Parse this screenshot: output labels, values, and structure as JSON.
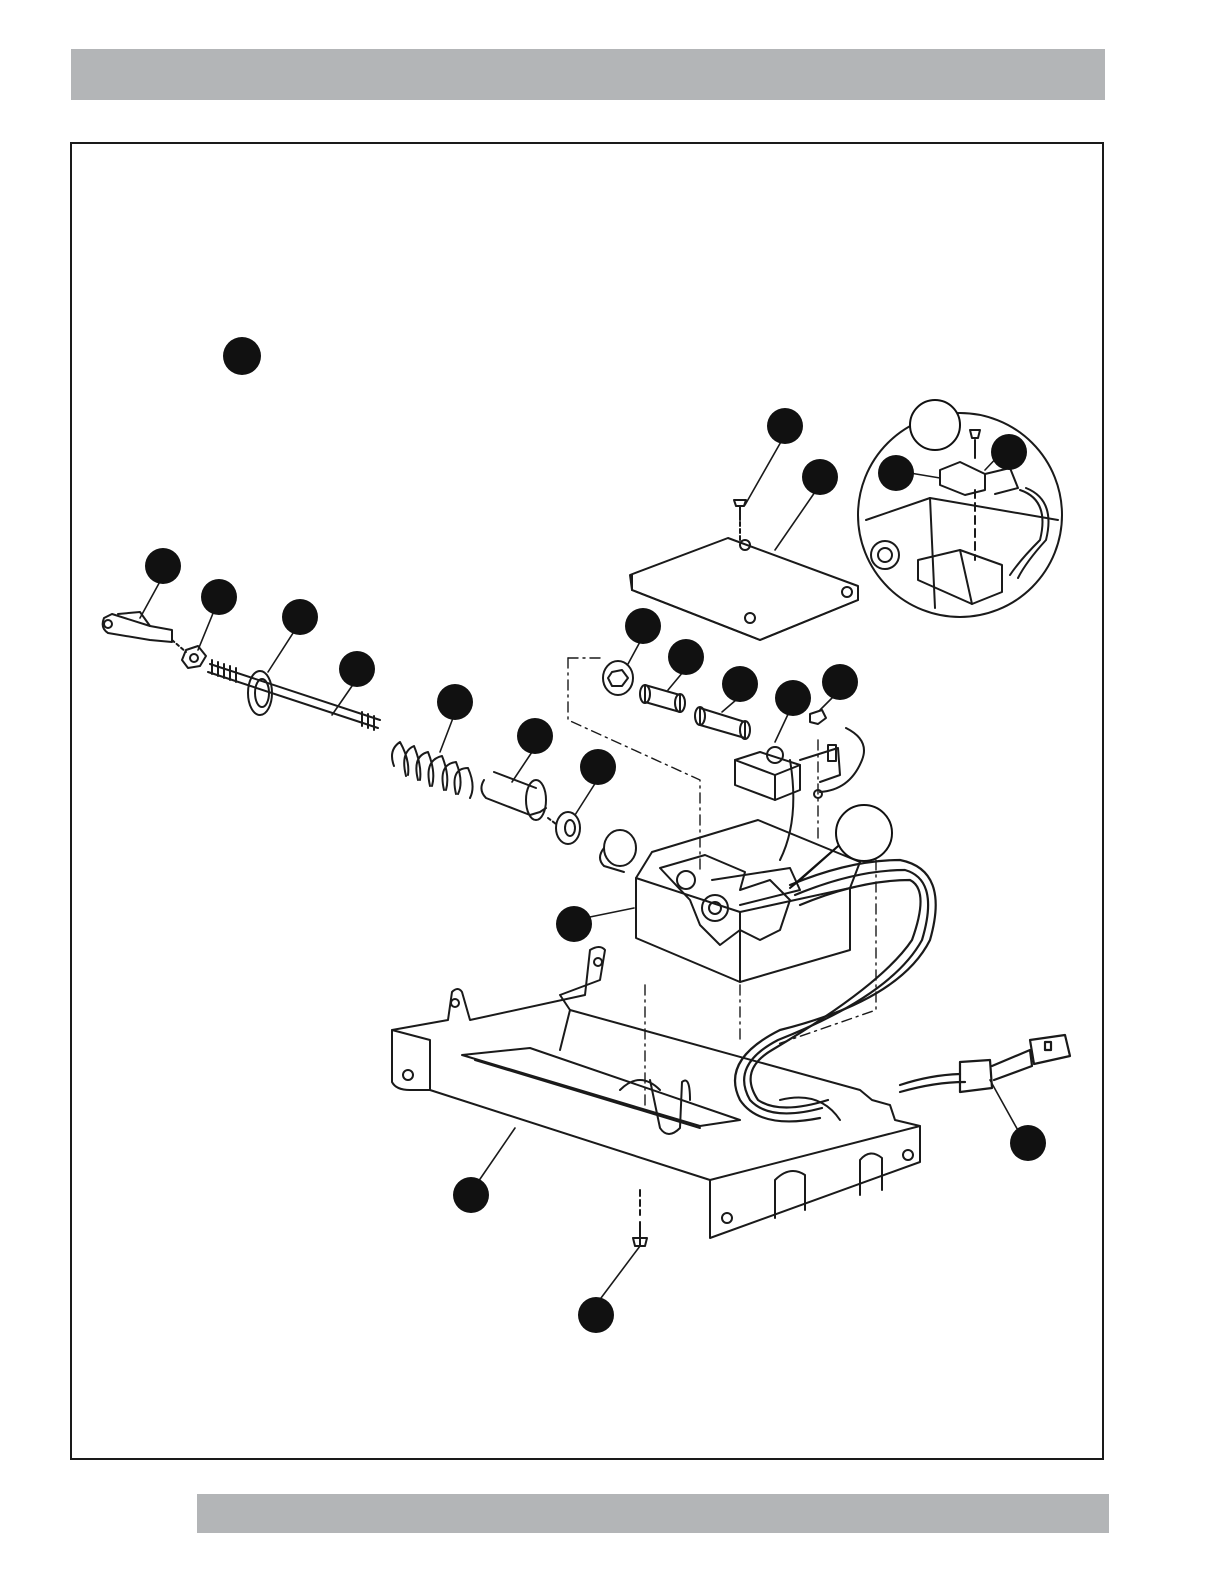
{
  "page": {
    "header_bar": "",
    "footer_bar": ""
  },
  "colors": {
    "bar_gray": "#b3b5b7",
    "line_black": "#1a1a1a",
    "callout_fill": "#111111"
  },
  "figure": {
    "callouts": [
      {
        "id": "legend-marker",
        "label": ""
      },
      {
        "id": "clevis",
        "label": ""
      },
      {
        "id": "jam-nut",
        "label": ""
      },
      {
        "id": "boot-washer",
        "label": ""
      },
      {
        "id": "rod",
        "label": ""
      },
      {
        "id": "spring",
        "label": ""
      },
      {
        "id": "plunger",
        "label": ""
      },
      {
        "id": "bushing-washer",
        "label": ""
      },
      {
        "id": "lid-screw",
        "label": ""
      },
      {
        "id": "lid",
        "label": ""
      },
      {
        "id": "detail-view",
        "label": ""
      },
      {
        "id": "detail-switch",
        "label": ""
      },
      {
        "id": "detail-screw",
        "label": ""
      },
      {
        "id": "spacer-nut",
        "label": ""
      },
      {
        "id": "spacer-short",
        "label": ""
      },
      {
        "id": "spacer-long",
        "label": ""
      },
      {
        "id": "switch-bracket",
        "label": ""
      },
      {
        "id": "bracket-nut",
        "label": ""
      },
      {
        "id": "detail-ref",
        "label": ""
      },
      {
        "id": "housing",
        "label": ""
      },
      {
        "id": "harness",
        "label": ""
      },
      {
        "id": "mount-plate",
        "label": ""
      },
      {
        "id": "plate-screw",
        "label": ""
      }
    ]
  }
}
